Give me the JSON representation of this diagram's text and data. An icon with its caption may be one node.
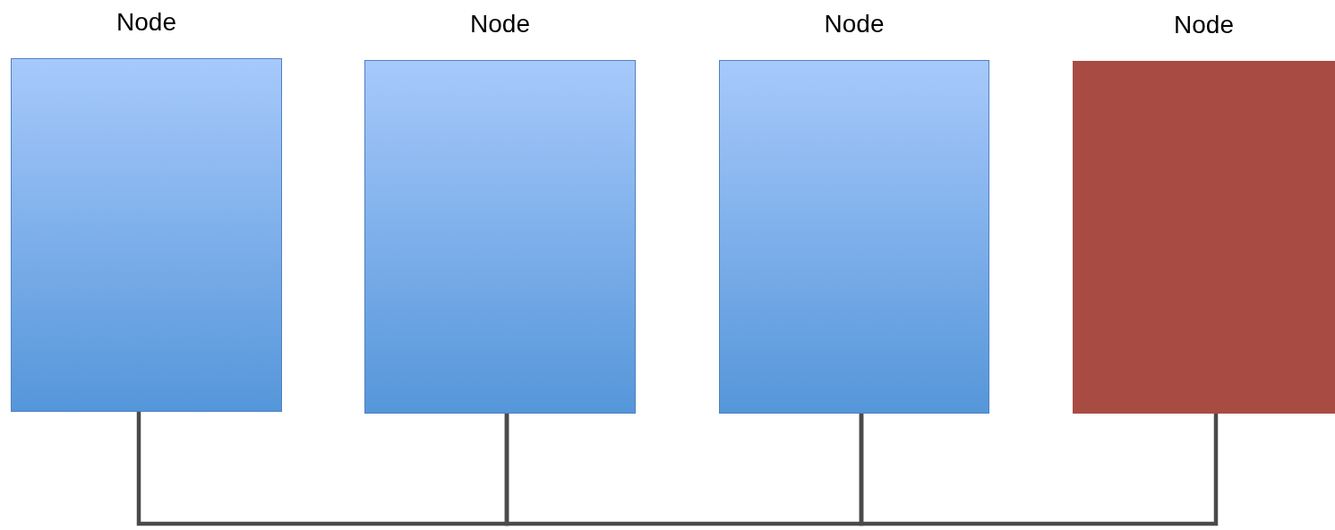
{
  "diagram": {
    "nodes": [
      {
        "text": [
          "Node"
        ]
      },
      {
        "text": [
          "Node"
        ]
      },
      {
        "text": [
          "Node"
        ]
      },
      {
        "text": [
          "Node"
        ]
      }
    ],
    "edges": [
      {
        "from": 0,
        "to": 1,
        "arrow": "none"
      },
      {
        "from": 1,
        "to": 2,
        "arrow": "none"
      },
      {
        "from": 2,
        "to": 3,
        "arrow": "none"
      }
    ]
  }
}
